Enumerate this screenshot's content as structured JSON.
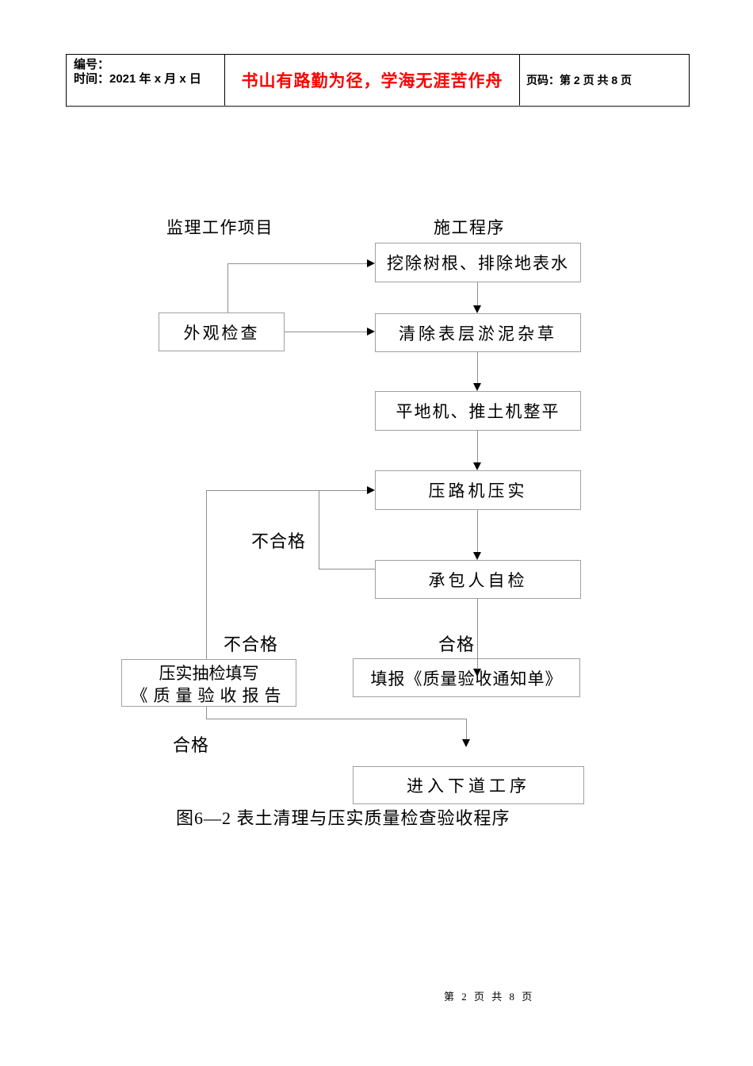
{
  "header": {
    "number_label": "编号：",
    "time_label": "时间：2021 年 x 月 x 日",
    "motto": "书山有路勤为径，学海无涯苦作舟",
    "page_label": "页码：第 2 页  共 8 页"
  },
  "diagram": {
    "left_column_title": "监理工作项目",
    "right_column_title": "施工程序",
    "nodes": {
      "dig_roots": "挖除树根、排除地表水",
      "clear_silt": "清除表层淤泥杂草",
      "leveling": "平地机、推土机整平",
      "roller_compaction": "压路机压实",
      "contractor_self_check": "承包人自检",
      "fill_notice": "填报《质量验收通知单》",
      "next_process": "进入下道工序",
      "appearance_inspection": "外观检查",
      "sampling_line1": "压实抽检填写",
      "sampling_line2": "《质量验收报告"
    },
    "labels": {
      "unqualified_1": "不合格",
      "unqualified_2": "不合格",
      "qualified_1": "合格",
      "qualified_2": "合格"
    },
    "caption": "图6—2 表土清理与压实质量检查验收程序"
  },
  "footer": {
    "page_number": "第 2 页 共 8 页"
  },
  "colors": {
    "accent_red": "#ff0000",
    "line_gray": "#8f8f8f",
    "box_border_gray": "#a0a0a0"
  }
}
